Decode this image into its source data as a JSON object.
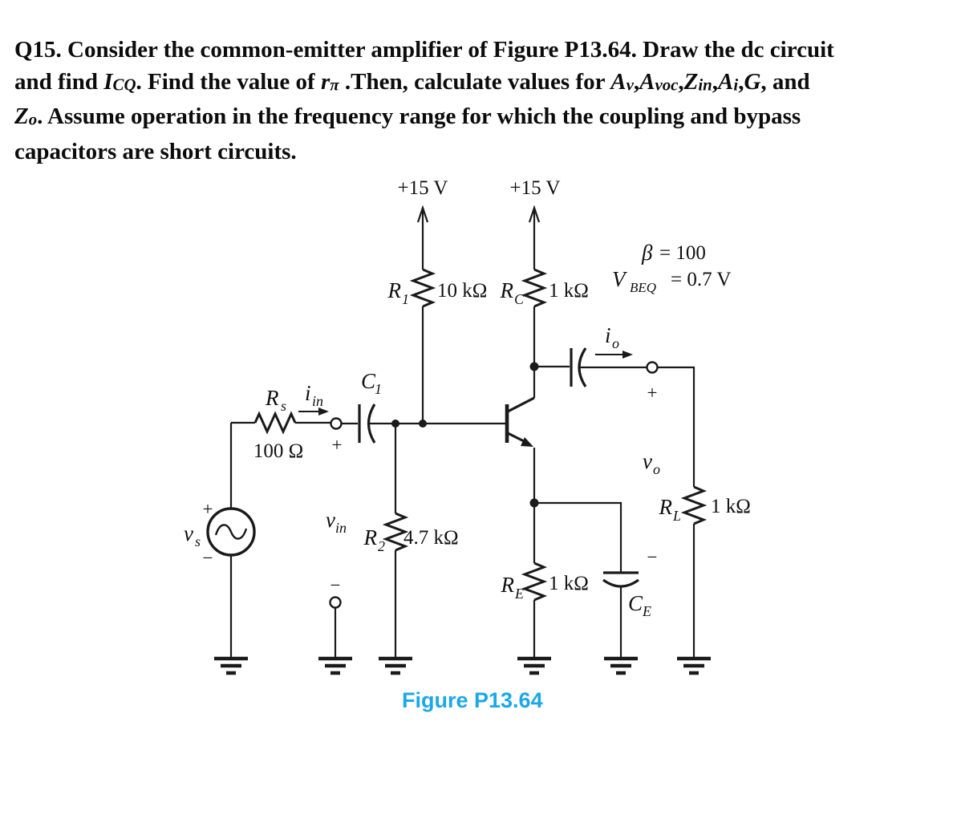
{
  "question": {
    "lines": [
      {
        "segments": [
          {
            "t": "Q15. Consider the common-emitter amplifier of Figure P13.64. Draw the dc circuit",
            "s": "b"
          }
        ]
      },
      {
        "segments": [
          {
            "t": "and find ",
            "s": "b"
          },
          {
            "t": "I",
            "s": "bi"
          },
          {
            "t": "CQ",
            "s": "bis"
          },
          {
            "t": ". Find the value of ",
            "s": "b"
          },
          {
            "t": "r",
            "s": "bi"
          },
          {
            "t": "π",
            "s": "bis"
          },
          {
            "t": " .Then, calculate values for ",
            "s": "b"
          },
          {
            "t": "A",
            "s": "bi"
          },
          {
            "t": "v",
            "s": "bis"
          },
          {
            "t": ",",
            "s": "b"
          },
          {
            "t": "A",
            "s": "bi"
          },
          {
            "t": "voc",
            "s": "bis"
          },
          {
            "t": ",",
            "s": "b"
          },
          {
            "t": "Z",
            "s": "bi"
          },
          {
            "t": "in",
            "s": "bis"
          },
          {
            "t": ",",
            "s": "b"
          },
          {
            "t": "A",
            "s": "bi"
          },
          {
            "t": "i",
            "s": "bis"
          },
          {
            "t": ",",
            "s": "b"
          },
          {
            "t": "G",
            "s": "bi"
          },
          {
            "t": ", and",
            "s": "b"
          }
        ]
      },
      {
        "segments": [
          {
            "t": "Z",
            "s": "bi"
          },
          {
            "t": "o",
            "s": "bis"
          },
          {
            "t": ". Assume operation in the frequency range for which the coupling and bypass",
            "s": "b"
          }
        ]
      },
      {
        "segments": [
          {
            "t": "capacitors are short circuits.",
            "s": "b"
          }
        ]
      }
    ]
  },
  "circuit": {
    "vcc_left": "+15 V",
    "vcc_right": "+15 V",
    "beta": {
      "sym": "β",
      "eq": "= 100"
    },
    "vbeq": {
      "name": "V",
      "sub": "BEQ",
      "eq": "= 0.7 V"
    },
    "r1": {
      "name": "R",
      "sub": "1",
      "value": "10 kΩ"
    },
    "rc": {
      "name": "R",
      "sub": "C",
      "value": "1 kΩ"
    },
    "rs": {
      "name": "R",
      "sub": "s",
      "value": "100 Ω"
    },
    "r2": {
      "name": "R",
      "sub": "2",
      "value": "4.7 kΩ"
    },
    "re": {
      "name": "R",
      "sub": "E",
      "value": "1 kΩ"
    },
    "rl": {
      "name": "R",
      "sub": "L",
      "value": "1 kΩ"
    },
    "c1": {
      "name": "C",
      "sub": "1"
    },
    "ce": {
      "name": "C",
      "sub": "E"
    },
    "vs": {
      "name": "v",
      "sub": "s"
    },
    "vin": {
      "name": "v",
      "sub": "in"
    },
    "iin": {
      "name": "i",
      "sub": "in"
    },
    "vo": {
      "name": "v",
      "sub": "o"
    },
    "io": {
      "name": "i",
      "sub": "o"
    },
    "plus": "+",
    "minus": "−"
  },
  "caption": "Figure P13.64"
}
